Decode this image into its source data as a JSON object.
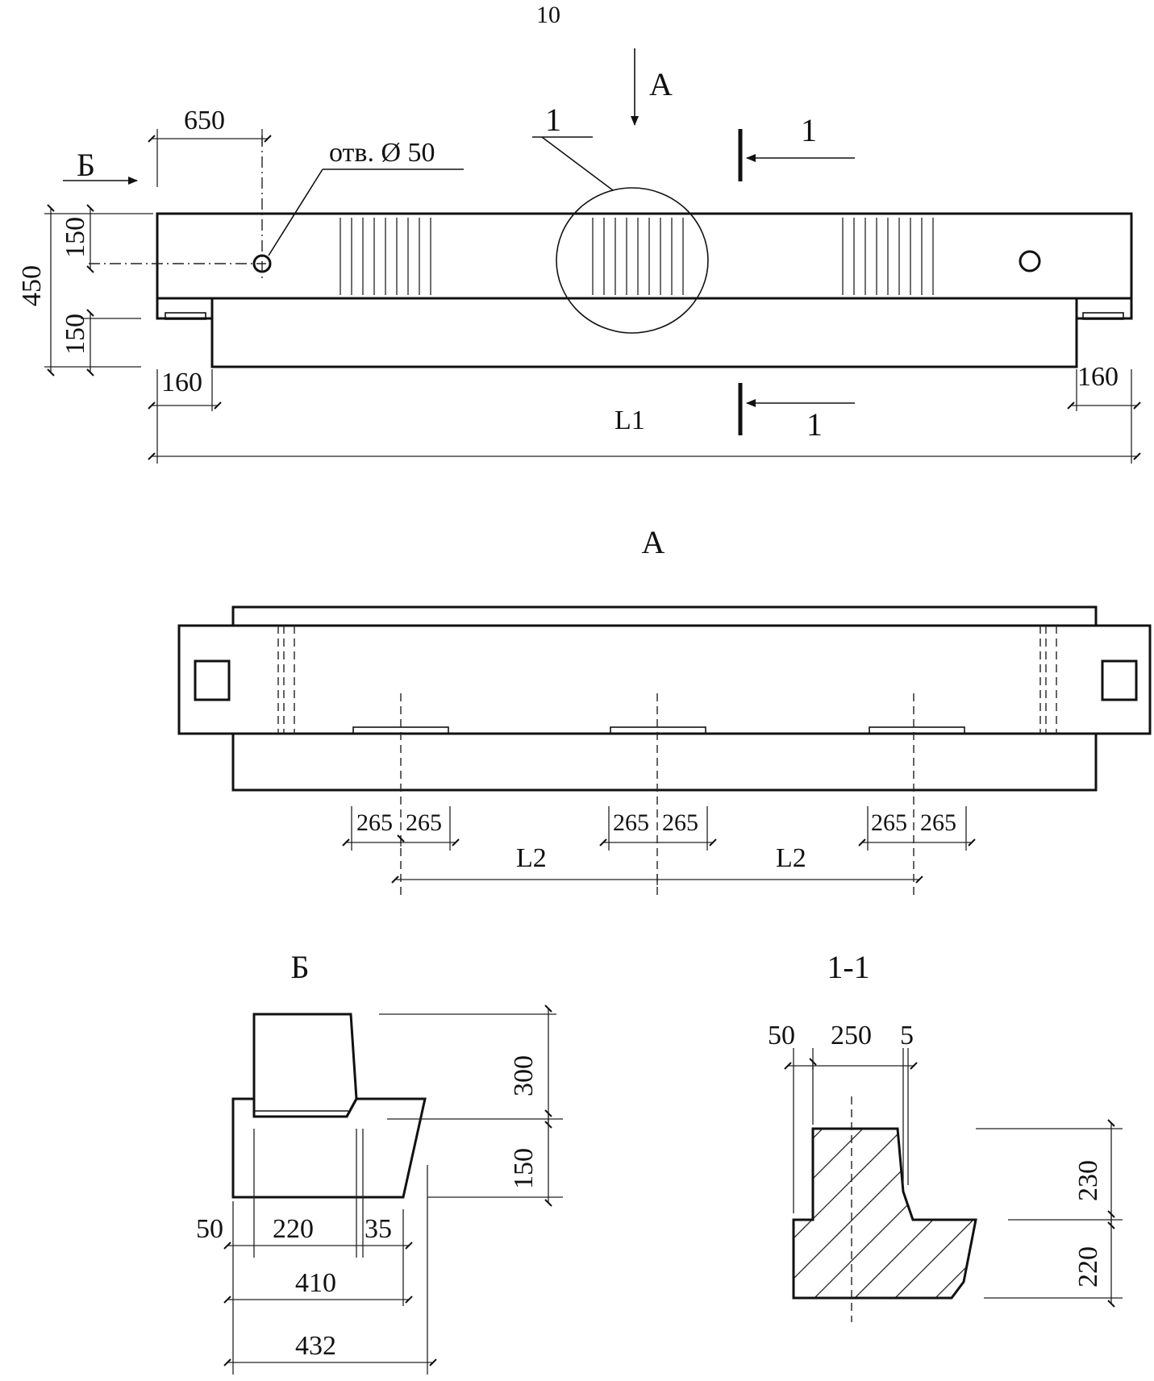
{
  "page_number": "10",
  "views": {
    "view_a_title": "А",
    "view_b_title": "Б",
    "section_title": "1-1"
  },
  "markers": {
    "arrow_a": "А",
    "arrow_b": "Б",
    "section_top": "1",
    "section_bottom": "1",
    "detail_callout": "1"
  },
  "elevation": {
    "hole_note": "отв. Ø 50",
    "dim_650": "650",
    "dim_450": "450",
    "dim_150_top": "150",
    "dim_150_bottom": "150",
    "dim_160_left": "160",
    "dim_160_right": "160",
    "dim_l1": "L1"
  },
  "plan_a": {
    "dims_265": [
      "265",
      "265",
      "265",
      "265",
      "265",
      "265"
    ],
    "dim_l2_left": "L2",
    "dim_l2_right": "L2"
  },
  "view_b": {
    "dim_300": "300",
    "dim_150": "150",
    "dim_50": "50",
    "dim_220": "220",
    "dim_35": "35",
    "dim_410": "410",
    "dim_432": "432"
  },
  "section": {
    "dim_50": "50",
    "dim_250": "250",
    "dim_5": "5",
    "dim_230": "230",
    "dim_220": "220"
  }
}
